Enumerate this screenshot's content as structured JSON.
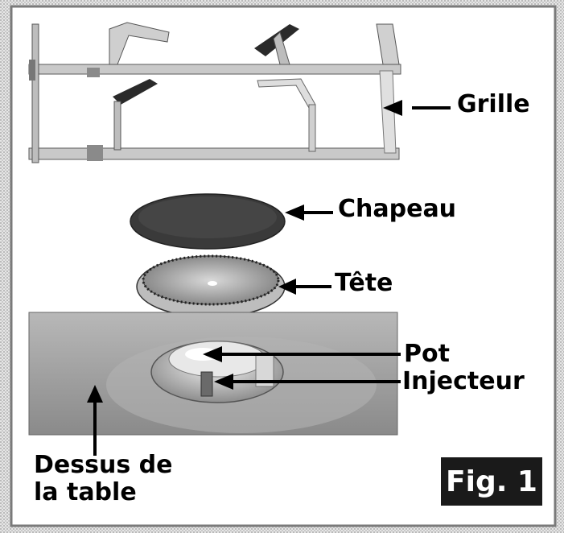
{
  "labels": {
    "grille": "Grille",
    "chapeau": "Chapeau",
    "tete": "Tête",
    "pot": "Pot",
    "injecteur": "Injecteur",
    "dessus_line1": "Dessus de",
    "dessus_line2": "la table"
  },
  "figure_label": "Fig. 1",
  "colors": {
    "frame_border": "#7a7a7a",
    "grille_metal": "#bfbfbf",
    "grille_grip": "#2a2a2a",
    "chapeau": "#3a3a3a",
    "table_top": "#9c9c9c",
    "badge_background": "#1a1a1a"
  }
}
